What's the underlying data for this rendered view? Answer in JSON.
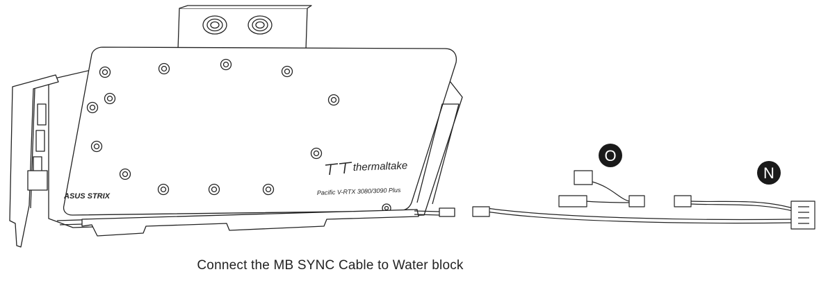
{
  "diagram": {
    "caption": "Connect the MB SYNC Cable to Water block",
    "brand_text": "thermaltake",
    "model_text": "Pacific V-RTX 3080/3090 Plus",
    "bracket_text": "ASUS STRIX",
    "label_o": "O",
    "label_n": "N"
  },
  "colors": {
    "line": "#222222",
    "fill": "#ffffff",
    "badge": "#1a1a1a",
    "badge_text": "#ffffff"
  }
}
